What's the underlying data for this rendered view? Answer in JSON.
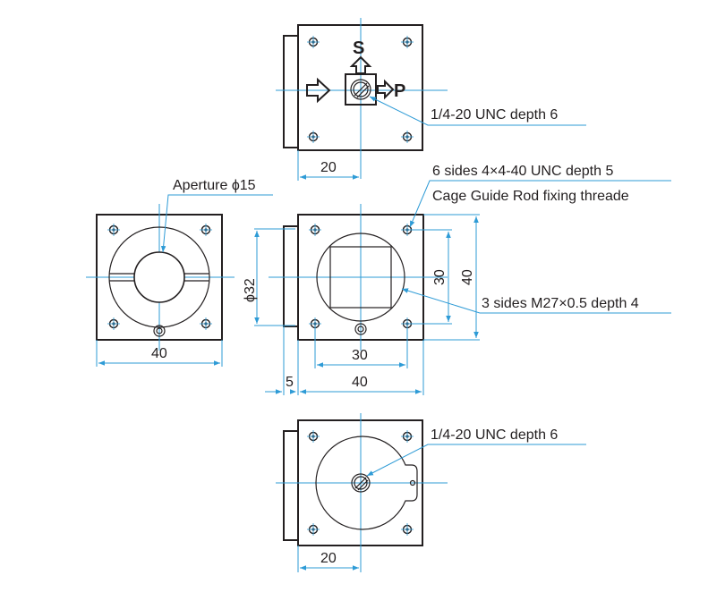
{
  "diagram": {
    "colors": {
      "line": "#231f20",
      "dimension": "#2e9bd6",
      "background": "#ffffff"
    },
    "top_view": {
      "label_s": "S",
      "label_p": "P",
      "callout": "1/4-20 UNC depth 6",
      "dim_width": "20"
    },
    "left_view": {
      "callout": "Aperture ϕ15",
      "dim_width": "40"
    },
    "front_view": {
      "callout_holes": "6 sides 4×4-40 UNC depth 5",
      "callout_rod": "Cage Guide Rod fixing threade",
      "callout_thread": "3 sides M27×0.5 depth 4",
      "dim_diameter": "ϕ32",
      "dim_inner_v": "30",
      "dim_outer_v": "40",
      "dim_inner_h": "30",
      "dim_flange": "5",
      "dim_outer_h": "40"
    },
    "bottom_view": {
      "callout": "1/4-20 UNC depth 6",
      "dim_width": "20"
    }
  }
}
